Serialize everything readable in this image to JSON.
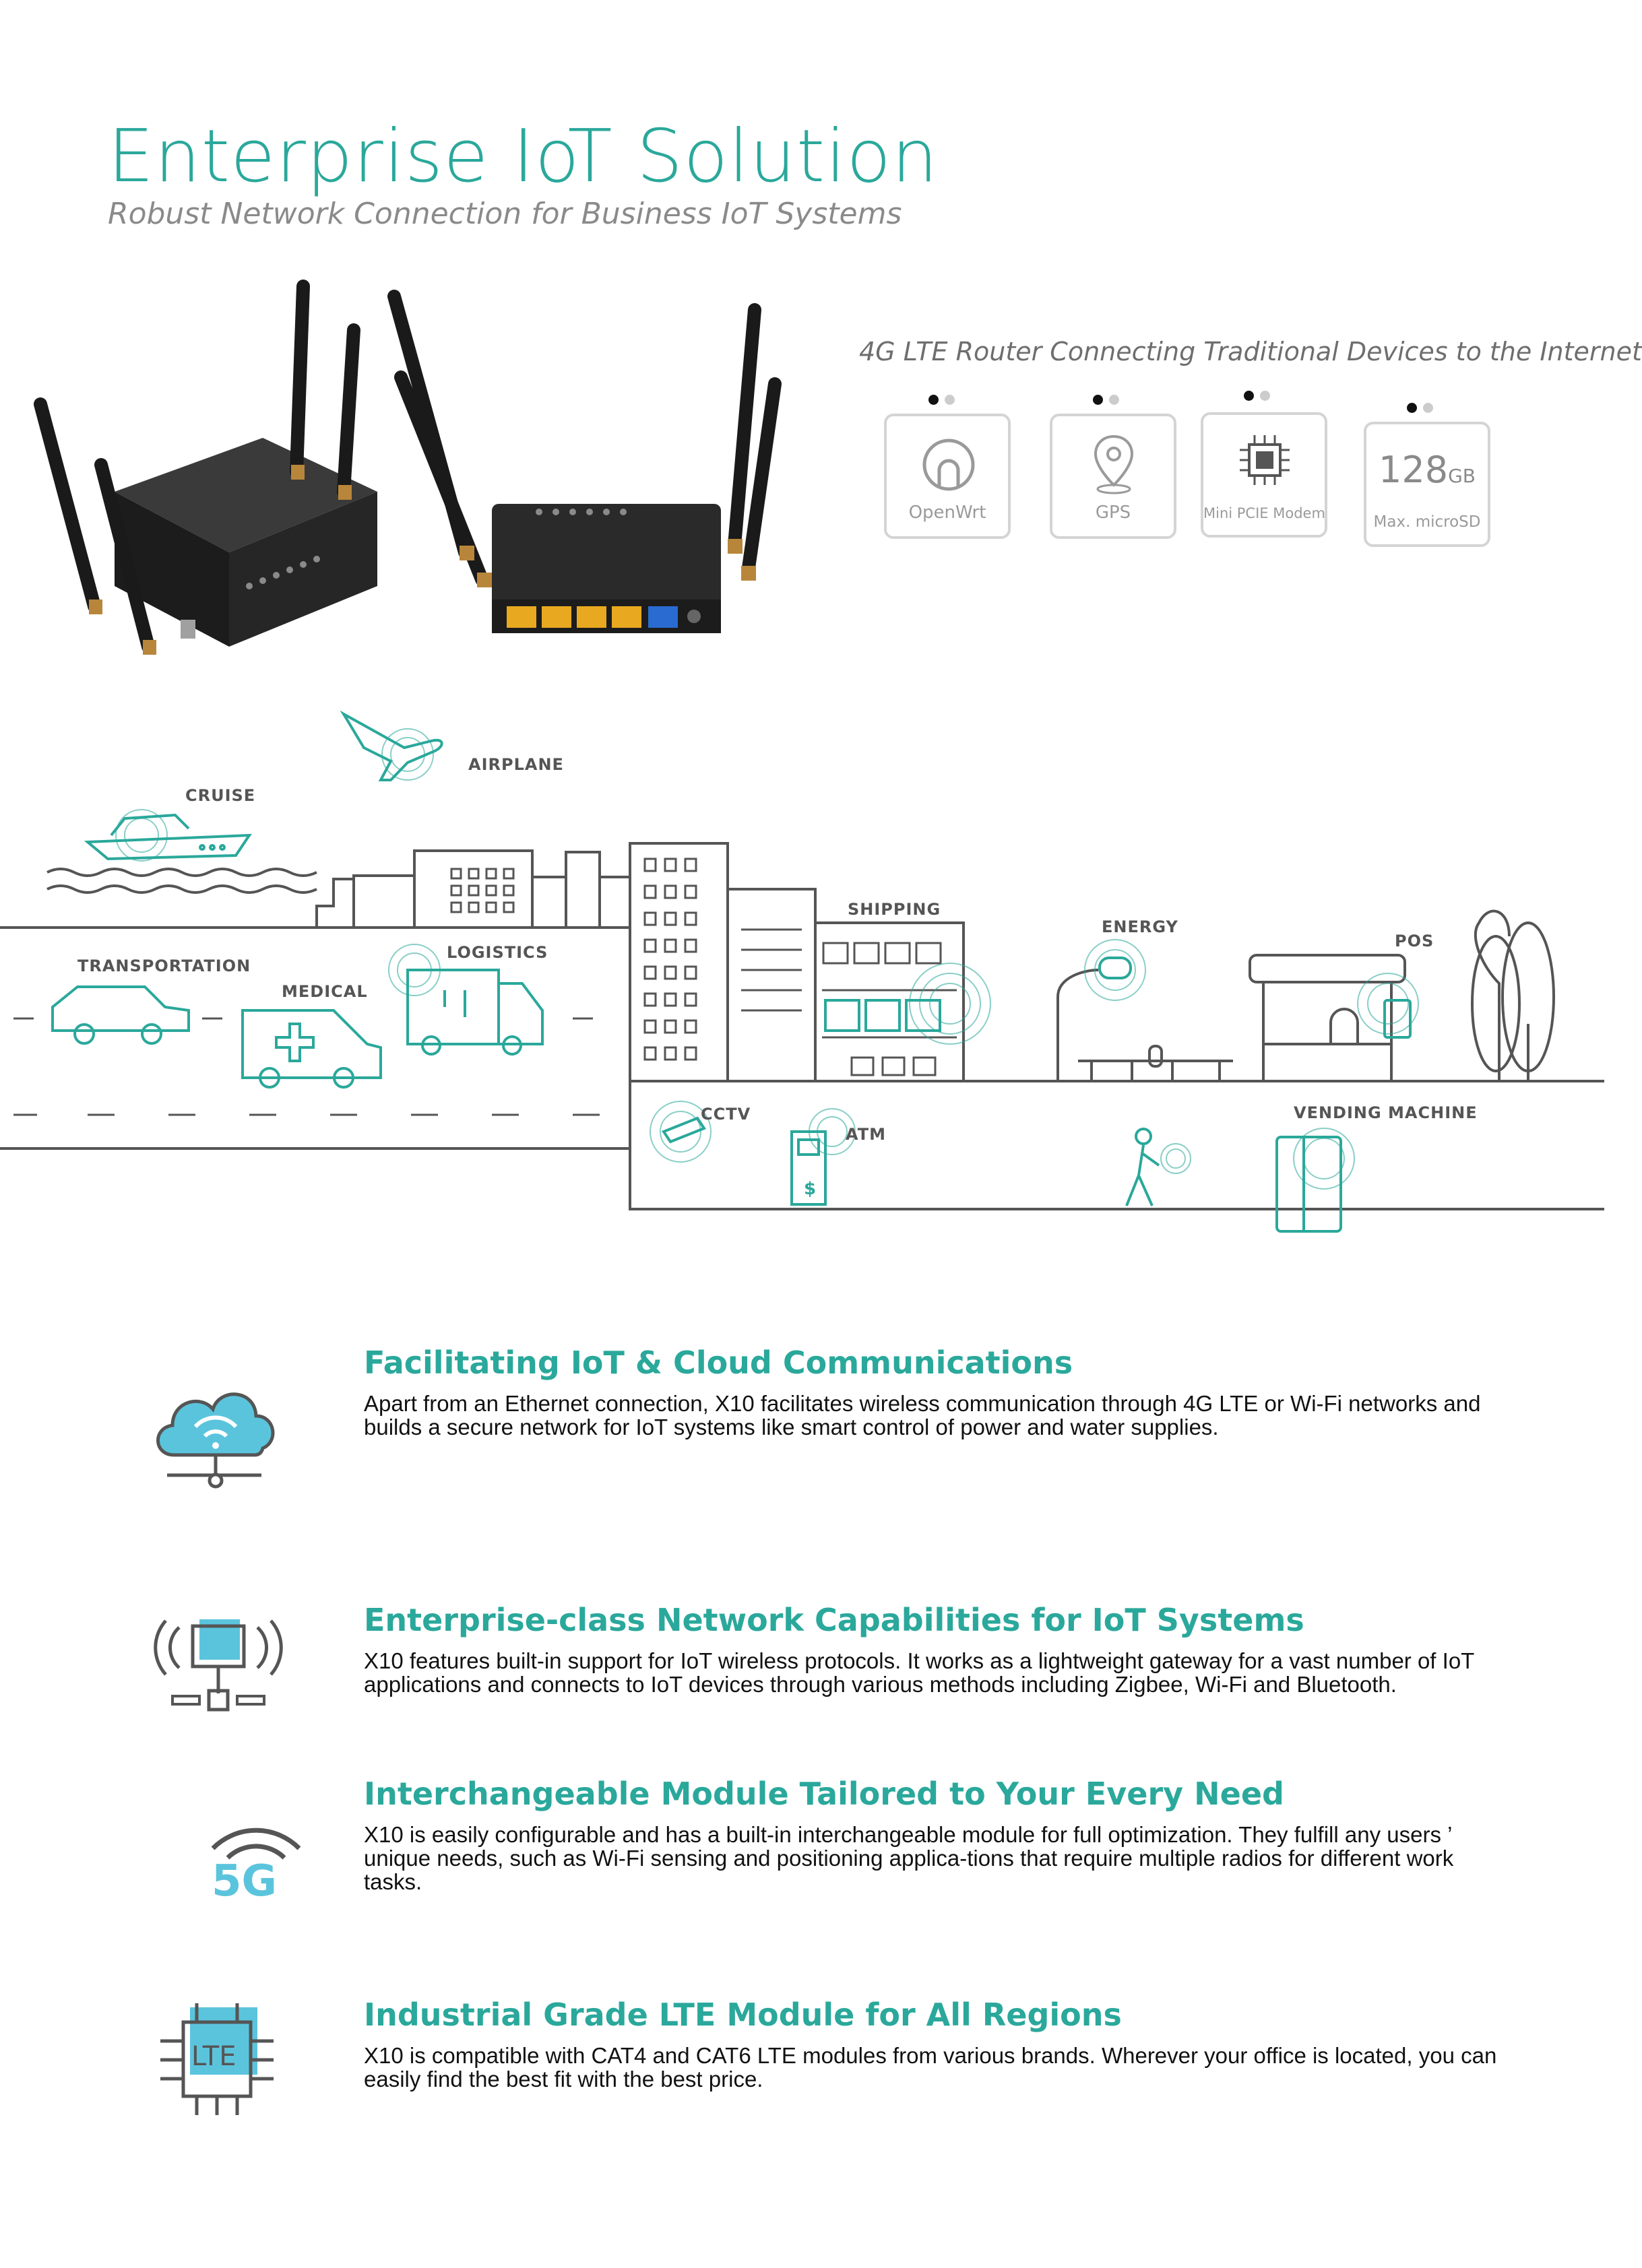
{
  "header": {
    "title": "Enterprise IoT Solution",
    "subtitle": "Robust Network Connection for Business IoT Systems"
  },
  "features": {
    "heading": "4G LTE Router Connecting Traditional Devices to the Internet",
    "items": [
      {
        "icon": "openwrt-icon",
        "label": "OpenWrt"
      },
      {
        "icon": "gps-pin-icon",
        "label": "GPS"
      },
      {
        "icon": "chip-icon",
        "label": "Mini PCIE Modem"
      },
      {
        "icon": "storage-icon",
        "value": "128",
        "unit": "GB",
        "label": "Max. microSD"
      }
    ]
  },
  "scene": {
    "labels": {
      "airplane": "AIRPLANE",
      "cruise": "CRUISE",
      "transportation": "TRANSPORTATION",
      "medical": "MEDICAL",
      "logistics": "LOGISTICS",
      "shipping": "SHIPPING",
      "energy": "ENERGY",
      "pos": "POS",
      "cctv": "CCTV",
      "atm": "ATM",
      "vending": "VENDING MACHINE"
    },
    "atm_symbol": "$"
  },
  "sections": [
    {
      "icon": "cloud-network-icon",
      "title": "Facilitating IoT & Cloud Communications",
      "body": "Apart from an Ethernet connection, X10 facilitates wireless communication through 4G LTE or Wi-Fi networks and builds a secure network for IoT systems like smart control of power and water supplies."
    },
    {
      "icon": "wireless-gateway-icon",
      "title": "Enterprise-class Network Capabilities for IoT Systems",
      "body": "X10 features built-in support for IoT wireless protocols. It works as a lightweight gateway for a vast number of IoT applications and connects to IoT devices through various methods including Zigbee, Wi-Fi and Bluetooth."
    },
    {
      "icon": "5g-icon",
      "icon_text": "5G",
      "title": "Interchangeable Module Tailored to Your Every Need",
      "body": "X10 is easily configurable and has a built-in interchangeable module for full optimization. They fulfill any users ’ unique needs, such as Wi-Fi sensing and positioning applica-tions that require multiple radios for different work tasks."
    },
    {
      "icon": "lte-chip-icon",
      "icon_text": "LTE",
      "title": "Industrial Grade LTE Module for All Regions",
      "body": "X10 is compatible with CAT4 and CAT6 LTE modules from various brands. Wherever your office is located, you can easily find the best fit with the best price."
    }
  ],
  "colors": {
    "accent": "#2aa89b",
    "icon_fill": "#5bc4dd",
    "line": "#555555",
    "text": "#111111"
  }
}
